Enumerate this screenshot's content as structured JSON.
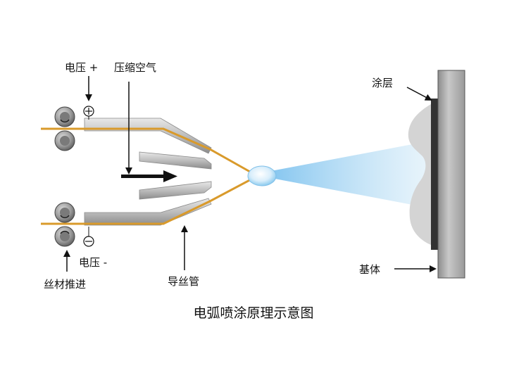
{
  "labels": {
    "voltage_plus": "电压 +",
    "compressed_air": "压缩空气",
    "coating": "涂层",
    "voltage_minus": "电压 -",
    "wire_feed": "丝材推进",
    "wire_guide": "导丝管",
    "substrate": "基体"
  },
  "caption": "电弧喷涂原理示意图",
  "colors": {
    "wire": "#d99a2b",
    "nozzle": "#b9b9b9",
    "spray": "#9fd0f0",
    "coating": "#d6d6d6",
    "substrate": "#a9a9a9",
    "arrow": "#111111"
  }
}
